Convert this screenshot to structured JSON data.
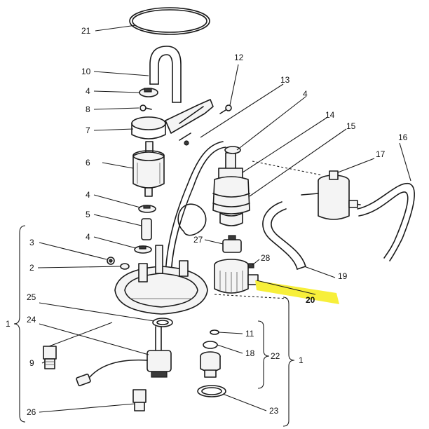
{
  "highlight_color": "#f7ef3a",
  "callouts": {
    "c21": "21",
    "c10": "10",
    "c4a": "4",
    "c8": "8",
    "c7": "7",
    "c12": "12",
    "c13": "13",
    "c4b": "4",
    "c14": "14",
    "c15": "15",
    "c17": "17",
    "c16": "16",
    "c6": "6",
    "c4c": "4",
    "c5": "5",
    "c4d": "4",
    "c27": "27",
    "c3": "3",
    "c2": "2",
    "c28": "28",
    "c19": "19",
    "c20": "20",
    "c25": "25",
    "c24": "24",
    "c1a": "1",
    "c11": "11",
    "c18": "18",
    "c22": "22",
    "c1b": "1",
    "c9": "9",
    "c26": "26",
    "c23": "23"
  }
}
